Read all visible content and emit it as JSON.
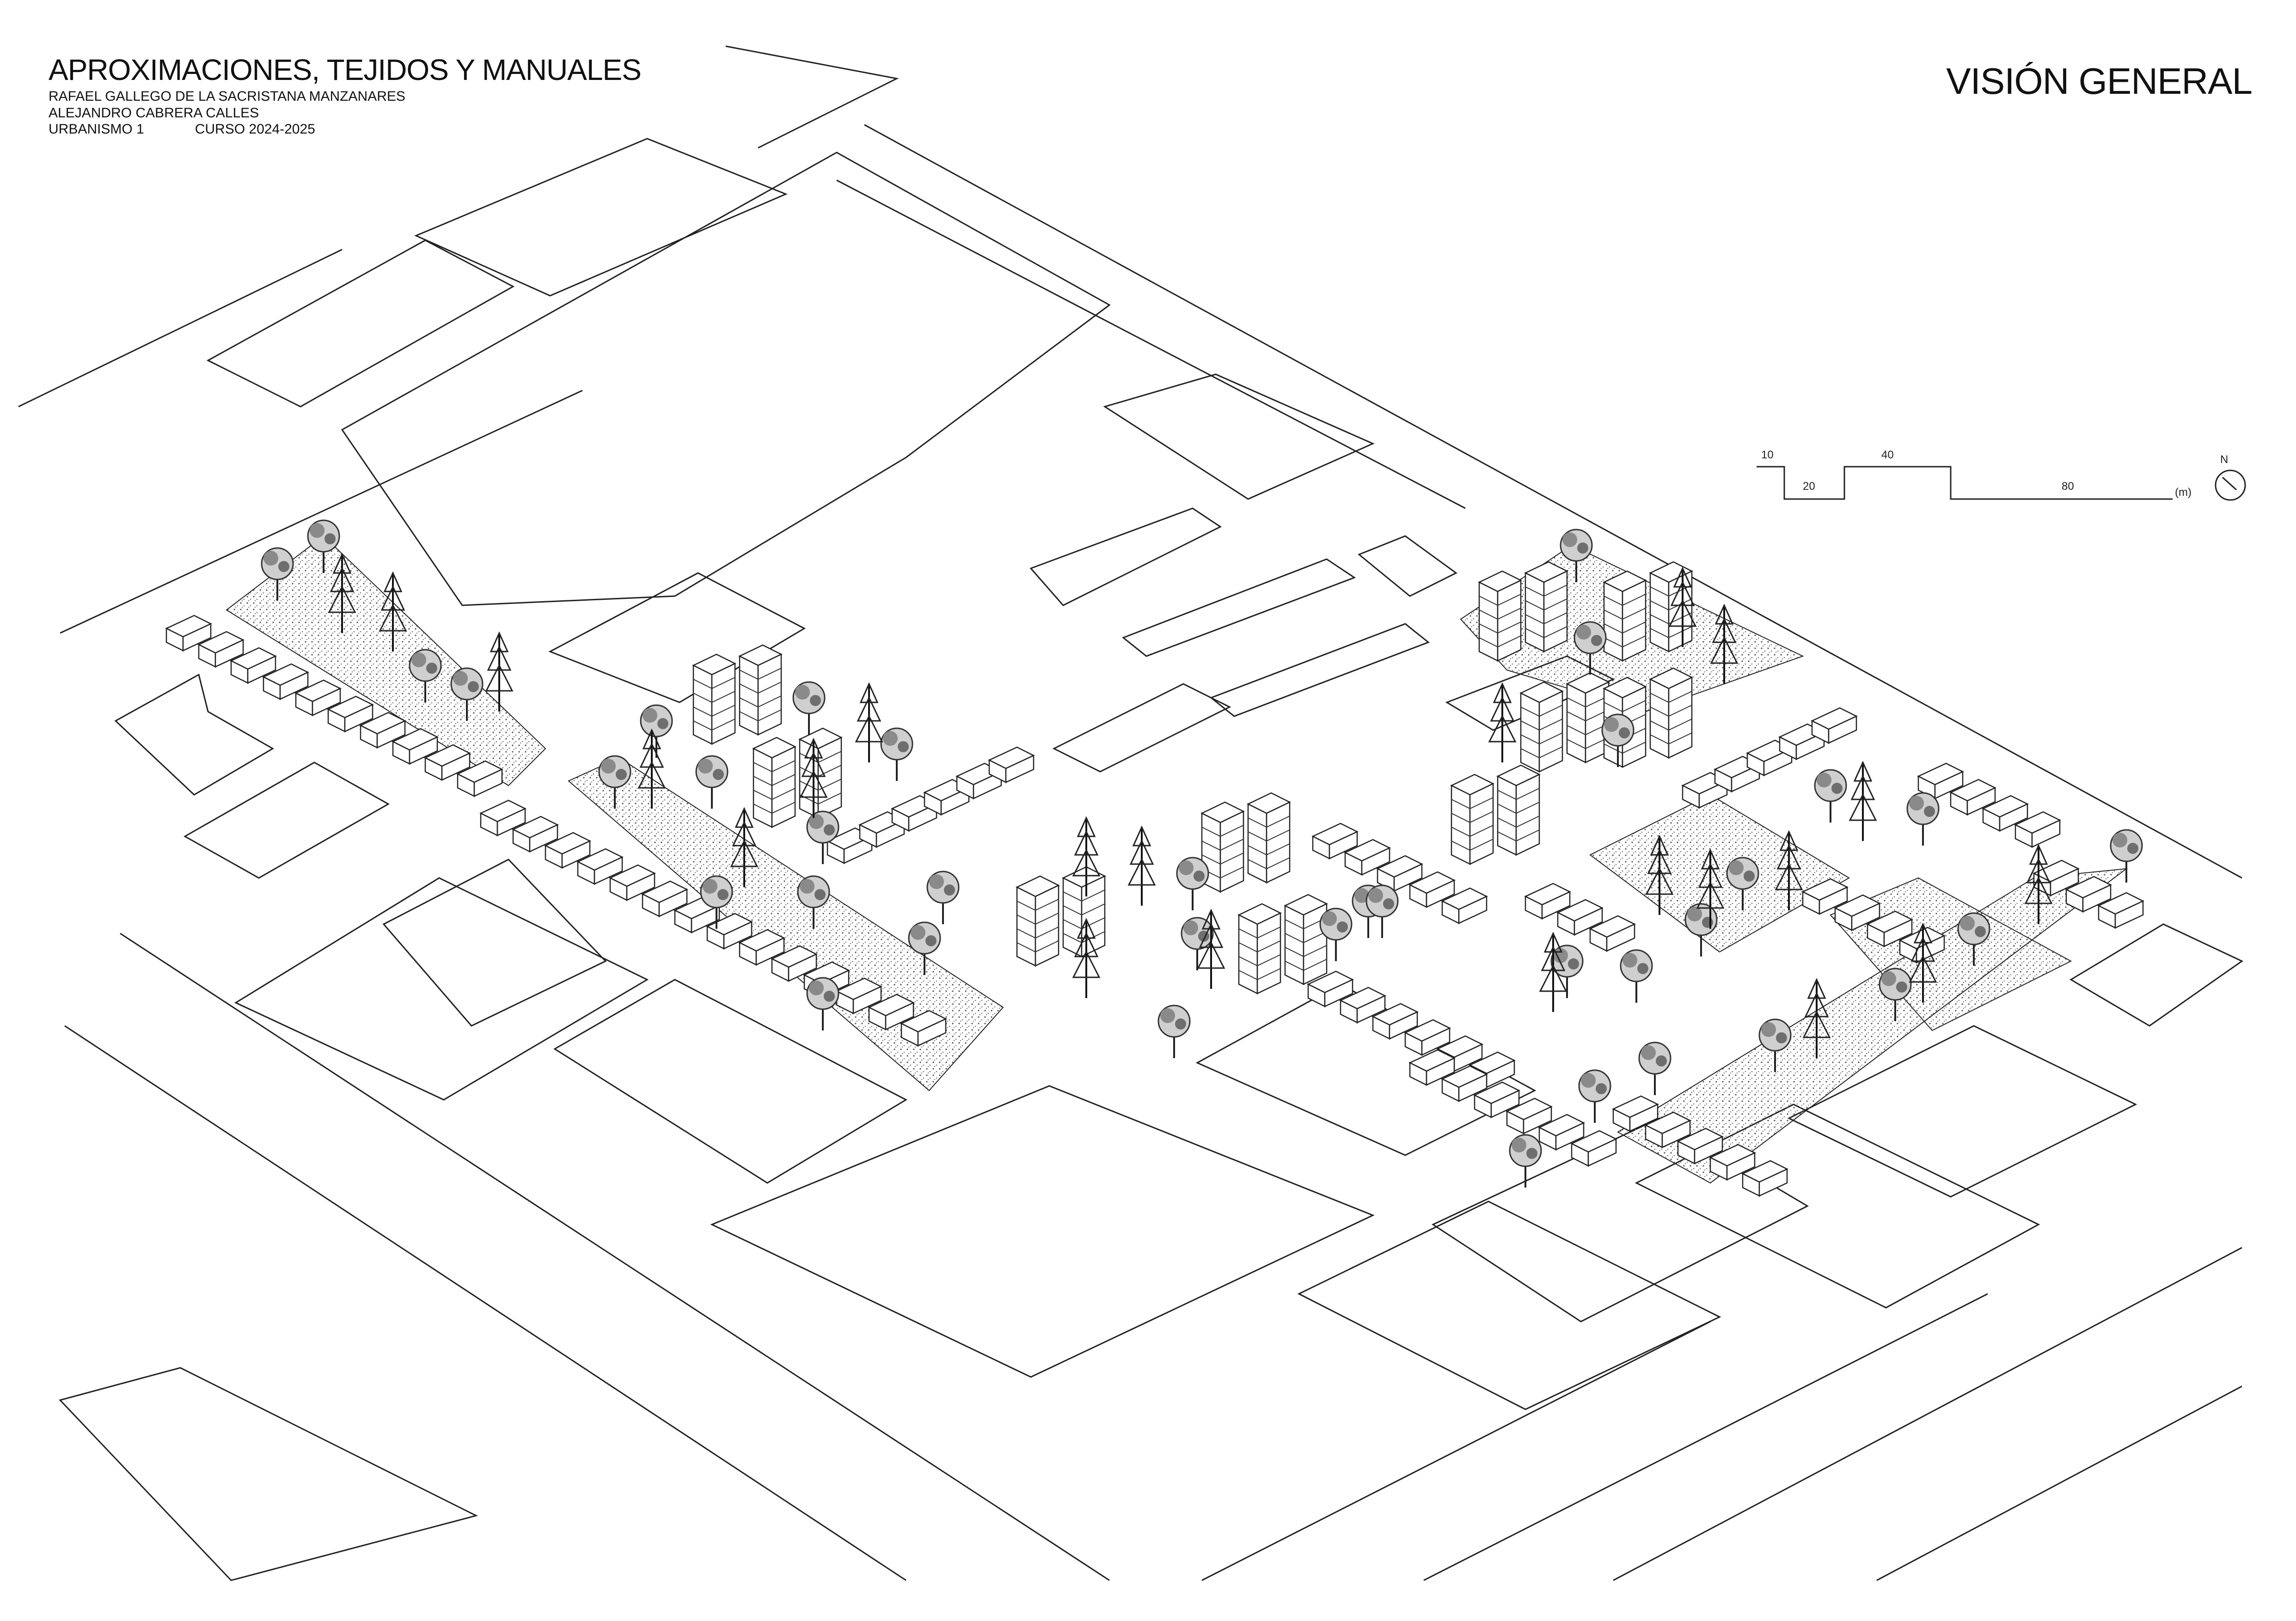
{
  "header": {
    "title": "APROXIMACIONES, TEJIDOS  Y MANUALES",
    "professor": "RAFAEL GALLEGO DE LA SACRISTANA MANZANARES",
    "student": "ALEJANDRO CABRERA CALLES",
    "course": "URBANISMO 1",
    "year": "CURSO 2024-2025"
  },
  "sheet_title": "VISIÓN GENERAL",
  "scale_bar": {
    "labels": [
      "10",
      "20",
      "40",
      "80"
    ],
    "unit": "(m)",
    "north": "N"
  }
}
